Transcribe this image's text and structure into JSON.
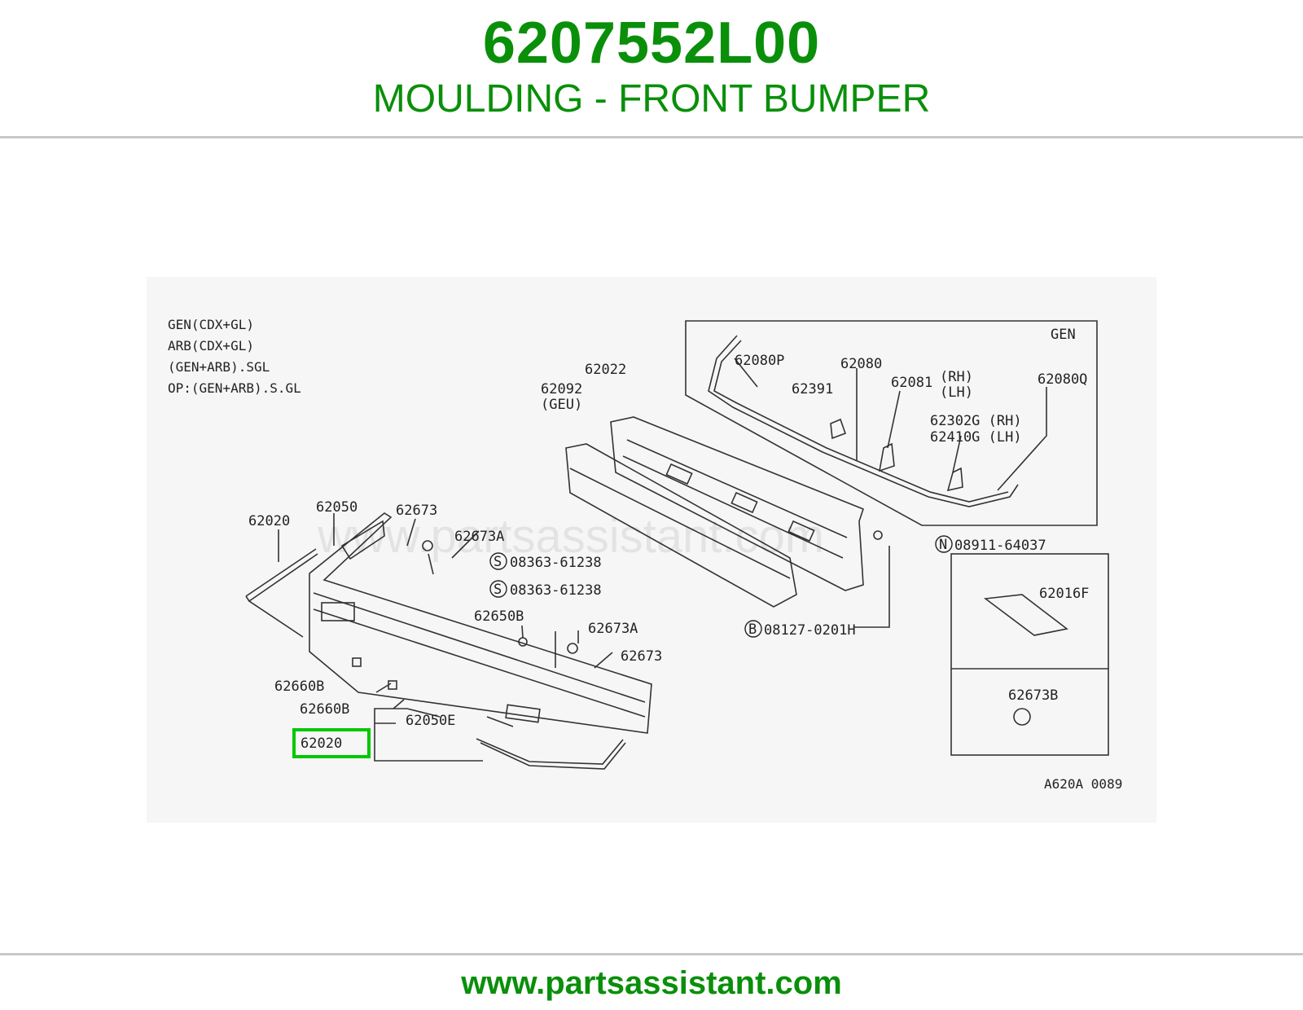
{
  "header": {
    "part_number": "6207552L00",
    "title": "MOULDING - FRONT BUMPER"
  },
  "diagram": {
    "watermark": "www.partsassistant.com",
    "notes": [
      "GEN(CDX+GL)",
      "ARB(CDX+GL)",
      "(GEN+ARB).SGL",
      "OP:(GEN+ARB).S.GL"
    ],
    "inset_gen_label": "GEN",
    "drawing_code": "A620A 0089",
    "highlighted_part": "62020",
    "callouts": {
      "c62020_top": "62020",
      "c62050": "62050",
      "c62673_a": "62673",
      "c62673A_a": "62673A",
      "c08363_a": "08363-61238",
      "c08363_b": "08363-61238",
      "c62650B": "62650B",
      "c62673A_b": "62673A",
      "c62673_b": "62673",
      "c62660B_a": "62660B",
      "c62660B_b": "62660B",
      "c62050E": "62050E",
      "c62022": "62022",
      "c62092": "62092",
      "c62092_geu": "(GEU)",
      "c62080P": "62080P",
      "c62080": "62080",
      "c62391": "62391",
      "c62081": "62081",
      "c62081_rh": "(RH)",
      "c62081_lh": "(LH)",
      "c62080Q": "62080Q",
      "c62302G": "62302G (RH)",
      "c62410G": "62410G (LH)",
      "c08911": "08911-64037",
      "c08127": "08127-0201H",
      "c62016F": "62016F",
      "c62673B": "62673B"
    },
    "symbols": {
      "s_screw": "S",
      "n_nut": "N",
      "b_bolt": "B"
    }
  },
  "footer": {
    "url": "www.partsassistant.com"
  },
  "colors": {
    "brand_green": "#0a8f0a",
    "highlight_green": "#00c800"
  }
}
